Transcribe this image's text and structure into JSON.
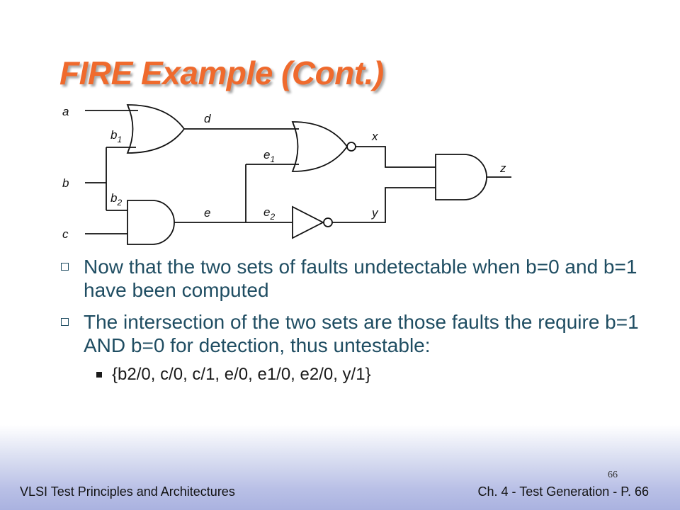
{
  "slide": {
    "title": "FIRE Example (Cont.)",
    "bullets": [
      "Now that the two sets of faults undetectable when b=0 and b=1 have been computed",
      "The intersection of the two sets are those faults the require b=1 AND b=0 for detection, thus untestable:"
    ],
    "subbullets": [
      "{b2/0, c/0, c/1, e/0, e1/0, e2/0, y/1}"
    ],
    "footer_left": "VLSI Test Principles and Architectures",
    "footer_right": "Ch. 4 - Test Generation - P. 66",
    "page_number": "66"
  },
  "circuit": {
    "signals": {
      "a": "a",
      "b": "b",
      "c": "c",
      "b1": "b",
      "b1_sub": "1",
      "b2": "b",
      "b2_sub": "2",
      "d": "d",
      "e": "e",
      "e1": "e",
      "e1_sub": "1",
      "e2": "e",
      "e2_sub": "2",
      "x": "x",
      "y": "y",
      "z": "z"
    },
    "gates": [
      "OR",
      "AND",
      "NOR",
      "NOT",
      "AND"
    ]
  },
  "colors": {
    "title": "#ef6a2d",
    "bullet_text": "#1f4d62",
    "footer_gradient_end": "#aab2e0"
  }
}
